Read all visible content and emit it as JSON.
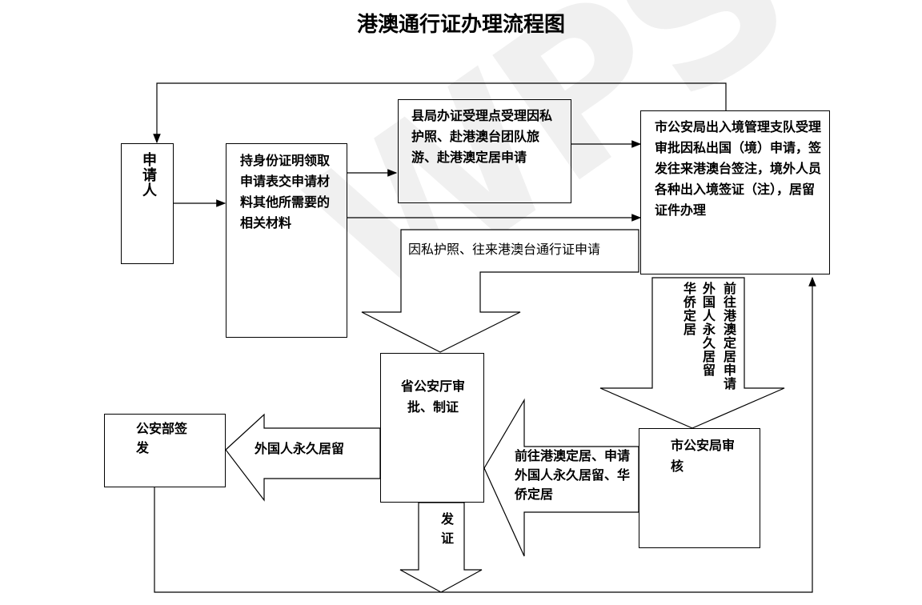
{
  "title": "港澳通行证办理流程图",
  "watermark": "WPS",
  "nodes": {
    "applicant": "申请人",
    "materials": "持身份证明领取申请表交申请材料其他所需要的相关材料",
    "county": "县局办证受理点受理因私护照、赴港澳台团队旅游、赴港澳定居申请",
    "city_exit_entry": "市公安局出入境管理支队受理审批因私出国（境）申请，签发往来港澳台签注，境外人员各种出入境签证（注），居留证件办理",
    "province": "省公安厅审批、制证",
    "ministry": "公安部签发",
    "city_review": "市公安局审核"
  },
  "arrows": {
    "passport_permit": "因私护照、往来港澳台通行证申请",
    "vertical_right_a": "前往港澳定居申请",
    "vertical_right_b": "外国人永久居留",
    "vertical_right_c": "华侨定居",
    "to_province": "前往港澳定居、申请外国人永久居留、华侨定居",
    "to_ministry": "外国人永久居留",
    "issue": "发证"
  }
}
